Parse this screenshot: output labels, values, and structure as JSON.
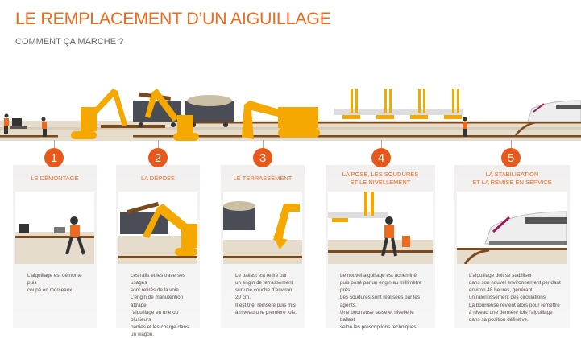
{
  "header": {
    "title": "LE REMPLACEMENT D’UN AIGUILLAGE",
    "subtitle": "COMMENT ÇA MARCHE ?"
  },
  "colors": {
    "accent": "#e8581a",
    "machine": "#f5a800",
    "rail": "#7a4a1f",
    "ballast": "#e6dccc"
  },
  "steps": [
    {
      "number": "1",
      "title": "LE DÉMONTAGE",
      "text": [
        "L’aiguillage est démonté puis",
        "coupé en morceaux."
      ]
    },
    {
      "number": "2",
      "title": "LA DÉPOSE",
      "text": [
        "Les rails et les traverses usagés",
        "sont retirés de la voie.",
        "L’engin de manutention attrape",
        "l’aiguillage en une ou plusieurs",
        "parties et les charge dans",
        "un wagon."
      ]
    },
    {
      "number": "3",
      "title": "LE TERRASSEMENT",
      "text": [
        "Le ballast est retiré par",
        "un engin de terrassement",
        "sur une couche d’environ 20 cm.",
        "Il est trié, réinséré puis mis",
        "à niveau une première fois."
      ]
    },
    {
      "number": "4",
      "title": "LA POSE, LES SOUDURES",
      "title2": "ET LE NIVELLEMENT",
      "text": [
        "Le nouvel aiguillage est acheminé",
        "puis posé par un engin au millimètre près.",
        "Les soudures sont réalisées par les agents.",
        "Une bourreuse tasse et nivelle le ballast",
        "selon les prescriptions techniques."
      ]
    },
    {
      "number": "5",
      "title": "LA STABILISATION",
      "title2": "ET LA REMISE EN SERVICE",
      "text": [
        "L’aiguillage doit se stabiliser",
        "dans son nouvel environnement pendant",
        "environ 48 heures, générant",
        "un ralentissement des circulations.",
        "La bourreuse revient alors pour remettre",
        "à niveau une dernière fois l’aiguillage",
        "dans sa position définitive."
      ]
    }
  ]
}
